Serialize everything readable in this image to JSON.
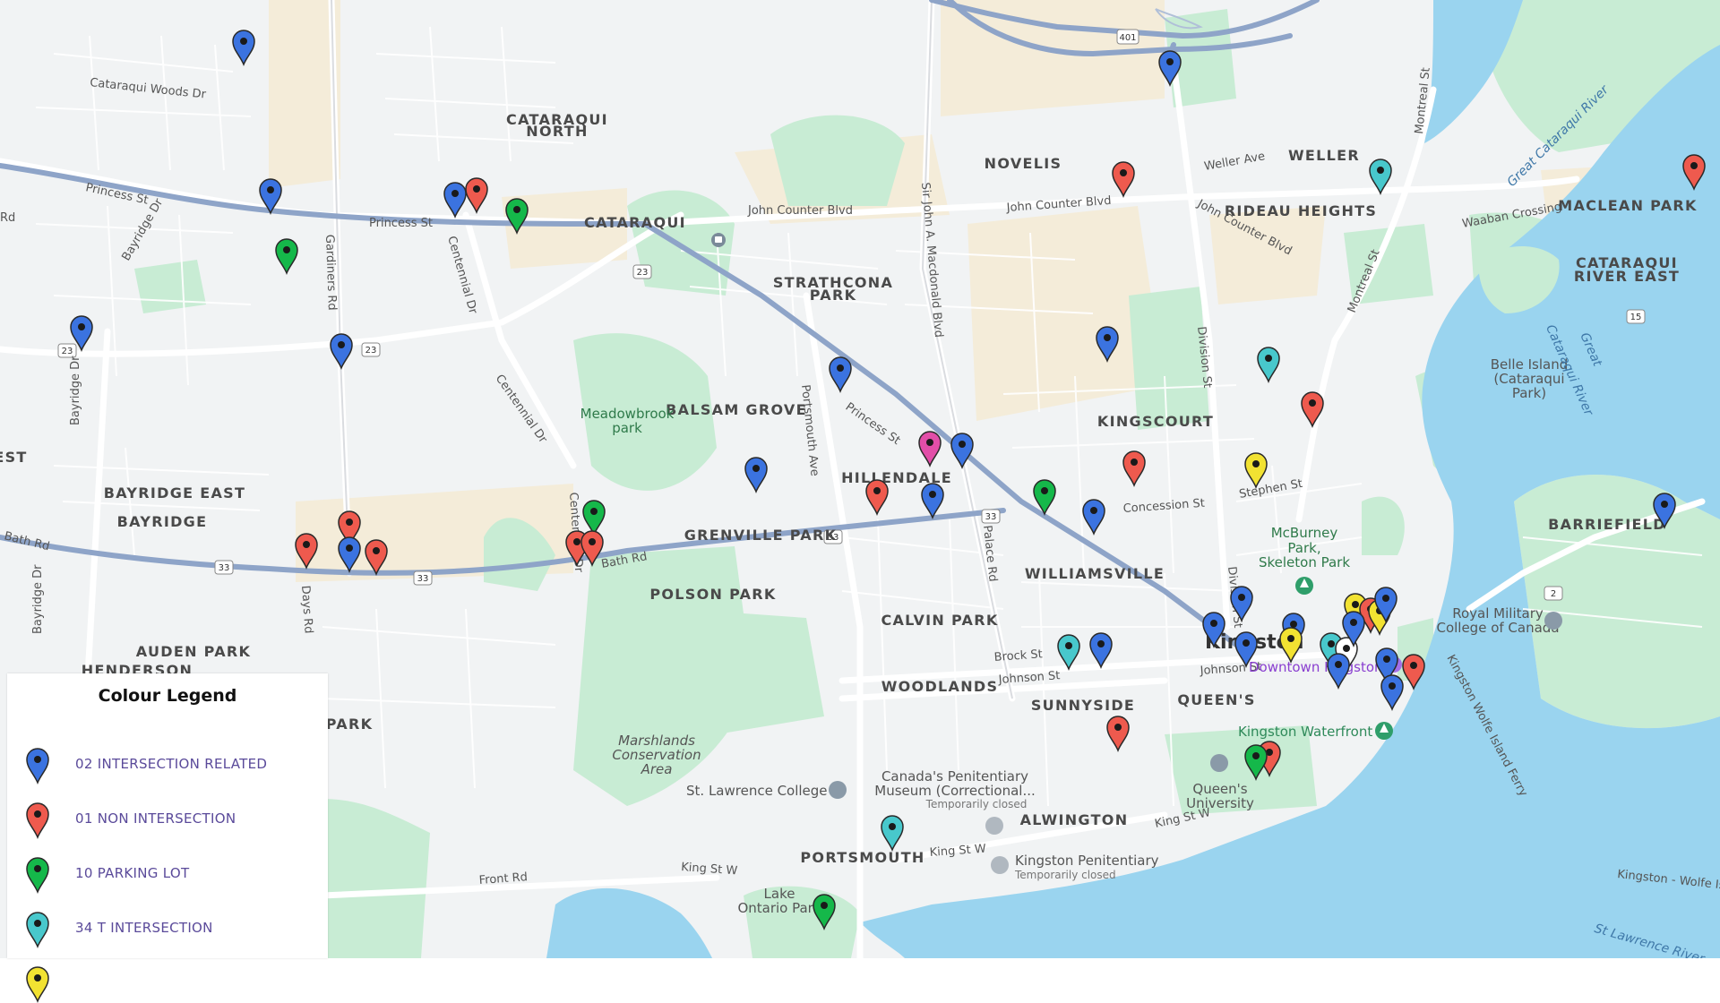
{
  "map": {
    "neighbourhoods": [
      "CATARAQUI",
      "NORTH",
      "CATARAQUI",
      "NOVELIS",
      "WELLER",
      "RIDEAU HEIGHTS",
      "MACLEAN PARK",
      "CATARAQUI",
      "RIVER EAST",
      "STRATHCONA",
      "PARK",
      "BALSAM GROVE",
      "HILLENDALE",
      "KINGSCOURT",
      "BAYRIDGE EAST",
      "BAYRIDGE",
      "GRENVILLE PARK",
      "WILLIAMSVILLE",
      "POLSON PARK",
      "CALVIN PARK",
      "AUDEN PARK",
      "HENDERSON",
      "WOODLANDS",
      "SUNNYSIDE",
      "QUEEN'S",
      "PARK",
      "ALWINGTON",
      "PORTSMOUTH",
      "BARRIEFIELD",
      "EST"
    ],
    "roads": [
      "Cataraqui Woods Dr",
      "Princess St",
      "Princess St",
      "Princess St",
      "John Counter Blvd",
      "John Counter Blvd",
      "John Counter Blvd",
      "Weller Ave",
      "Montreal St",
      "Montreal St",
      "Waaban Crossing",
      "Bayridge Dr",
      "Bayridge Dr",
      "Bayridge Dr",
      "Gardiners Rd",
      "Centennial Dr",
      "Centennial Dr",
      "Centennial Dr",
      "Sir John A. Macdonald Blvd",
      "Division St",
      "Division St",
      "Portsmouth Ave",
      "Palace Rd",
      "Concession St",
      "Stephen St",
      "Bath Rd",
      "Bath Rd",
      "Days Rd",
      "Brock St",
      "Johnson St",
      "Johnson St",
      "King St W",
      "King St W",
      "King St W",
      "Front Rd",
      "Kingston - Wolfe Island",
      "Kingston Wolfe Island Ferry",
      "Rd"
    ],
    "shields": [
      "401",
      "23",
      "23",
      "23",
      "33",
      "33",
      "33",
      "15",
      "15",
      "2"
    ],
    "parks": [
      "Meadowbrook",
      "park",
      "McBurney",
      "Park,",
      "Skeleton Park",
      "Marshlands",
      "Conservation",
      "Area",
      "Lake",
      "Ontario Park",
      "Belle Island",
      "(Cataraqui",
      "Park)"
    ],
    "water": [
      "Great Cataraqui River",
      "Great",
      "Cataraqui River",
      "St Lawrence River"
    ],
    "pois": {
      "city": "Kingston",
      "downtown": "Downtown Kingston",
      "waterfront": "Kingston Waterfront",
      "rmc": [
        "Royal Military",
        "College of Canada"
      ],
      "queens": [
        "Queen's",
        "University"
      ],
      "stlawrence": "St. Lawrence College",
      "museum": [
        "Canada's Penitentiary",
        "Museum (Correctional..."
      ],
      "museum_status": "Temporarily closed",
      "pen": "Kingston Penitentiary",
      "pen_status": "Temporarily closed"
    },
    "colors": {
      "intersection": "#3b73e0",
      "non_intersection": "#ee5a4e",
      "parking": "#15b84a",
      "t_intersection": "#48c8cc",
      "yellow": "#f2e232",
      "magenta": "#e24ea8",
      "white": "#ffffff"
    }
  },
  "markers": [
    {
      "category": "02",
      "lon": 272,
      "lat": 59
    },
    {
      "category": "02",
      "lon": 302,
      "lat": 225
    },
    {
      "category": "10",
      "lon": 320,
      "lat": 292
    },
    {
      "category": "02",
      "lon": 91,
      "lat": 378
    },
    {
      "category": "02",
      "lon": 381,
      "lat": 398
    },
    {
      "category": "02",
      "lon": 508,
      "lat": 229
    },
    {
      "category": "01",
      "lon": 532,
      "lat": 224
    },
    {
      "category": "10",
      "lon": 577,
      "lat": 247
    },
    {
      "category": "02",
      "lon": 1306,
      "lat": 82
    },
    {
      "category": "01",
      "lon": 1254,
      "lat": 206
    },
    {
      "category": "34",
      "lon": 1541,
      "lat": 203
    },
    {
      "category": "01",
      "lon": 1891,
      "lat": 198
    },
    {
      "category": "02",
      "lon": 1236,
      "lat": 390
    },
    {
      "category": "34",
      "lon": 1416,
      "lat": 413
    },
    {
      "category": "01",
      "lon": 1465,
      "lat": 463
    },
    {
      "category": "02",
      "lon": 938,
      "lat": 424
    },
    {
      "category": "02",
      "lon": 844,
      "lat": 536
    },
    {
      "category": "MG",
      "lon": 1038,
      "lat": 507
    },
    {
      "category": "02",
      "lon": 1074,
      "lat": 509
    },
    {
      "category": "01",
      "lon": 979,
      "lat": 561
    },
    {
      "category": "02",
      "lon": 1041,
      "lat": 565
    },
    {
      "category": "10",
      "lon": 1166,
      "lat": 561
    },
    {
      "category": "02",
      "lon": 1221,
      "lat": 583
    },
    {
      "category": "01",
      "lon": 1266,
      "lat": 529
    },
    {
      "category": "YL",
      "lon": 1402,
      "lat": 531
    },
    {
      "category": "01",
      "lon": 390,
      "lat": 596
    },
    {
      "category": "01",
      "lon": 342,
      "lat": 621
    },
    {
      "category": "02",
      "lon": 390,
      "lat": 625
    },
    {
      "category": "01",
      "lon": 420,
      "lat": 628
    },
    {
      "category": "10",
      "lon": 663,
      "lat": 584
    },
    {
      "category": "01",
      "lon": 644,
      "lat": 618
    },
    {
      "category": "01",
      "lon": 661,
      "lat": 618
    },
    {
      "category": "02",
      "lon": 1386,
      "lat": 680
    },
    {
      "category": "02",
      "lon": 1355,
      "lat": 709
    },
    {
      "category": "02",
      "lon": 1391,
      "lat": 731
    },
    {
      "category": "02",
      "lon": 1444,
      "lat": 710
    },
    {
      "category": "YL",
      "lon": 1441,
      "lat": 726
    },
    {
      "category": "34",
      "lon": 1486,
      "lat": 732
    },
    {
      "category": "WH",
      "lon": 1503,
      "lat": 737
    },
    {
      "category": "02",
      "lon": 1494,
      "lat": 755
    },
    {
      "category": "YL",
      "lon": 1513,
      "lat": 688
    },
    {
      "category": "01",
      "lon": 1530,
      "lat": 693
    },
    {
      "category": "YL",
      "lon": 1540,
      "lat": 695
    },
    {
      "category": "02",
      "lon": 1547,
      "lat": 681
    },
    {
      "category": "02",
      "lon": 1511,
      "lat": 708
    },
    {
      "category": "02",
      "lon": 1548,
      "lat": 749
    },
    {
      "category": "01",
      "lon": 1578,
      "lat": 756
    },
    {
      "category": "02",
      "lon": 1554,
      "lat": 779
    },
    {
      "category": "34",
      "lon": 1193,
      "lat": 734
    },
    {
      "category": "02",
      "lon": 1229,
      "lat": 732
    },
    {
      "category": "01",
      "lon": 1248,
      "lat": 825
    },
    {
      "category": "01",
      "lon": 1417,
      "lat": 853
    },
    {
      "category": "10",
      "lon": 1402,
      "lat": 857
    },
    {
      "category": "34",
      "lon": 996,
      "lat": 936
    },
    {
      "category": "10",
      "lon": 920,
      "lat": 1024
    },
    {
      "category": "02",
      "lon": 1858,
      "lat": 576
    }
  ],
  "legend": {
    "title": "Colour Legend",
    "items": [
      {
        "label": "02 INTERSECTION RELATED",
        "color": "#3b73e0"
      },
      {
        "label": "01 NON INTERSECTION",
        "color": "#ee5a4e"
      },
      {
        "label": "10 PARKING LOT",
        "color": "#15b84a"
      },
      {
        "label": "34 T INTERSECTION",
        "color": "#48c8cc"
      },
      {
        "label": "",
        "color": "#f2e232"
      }
    ]
  }
}
